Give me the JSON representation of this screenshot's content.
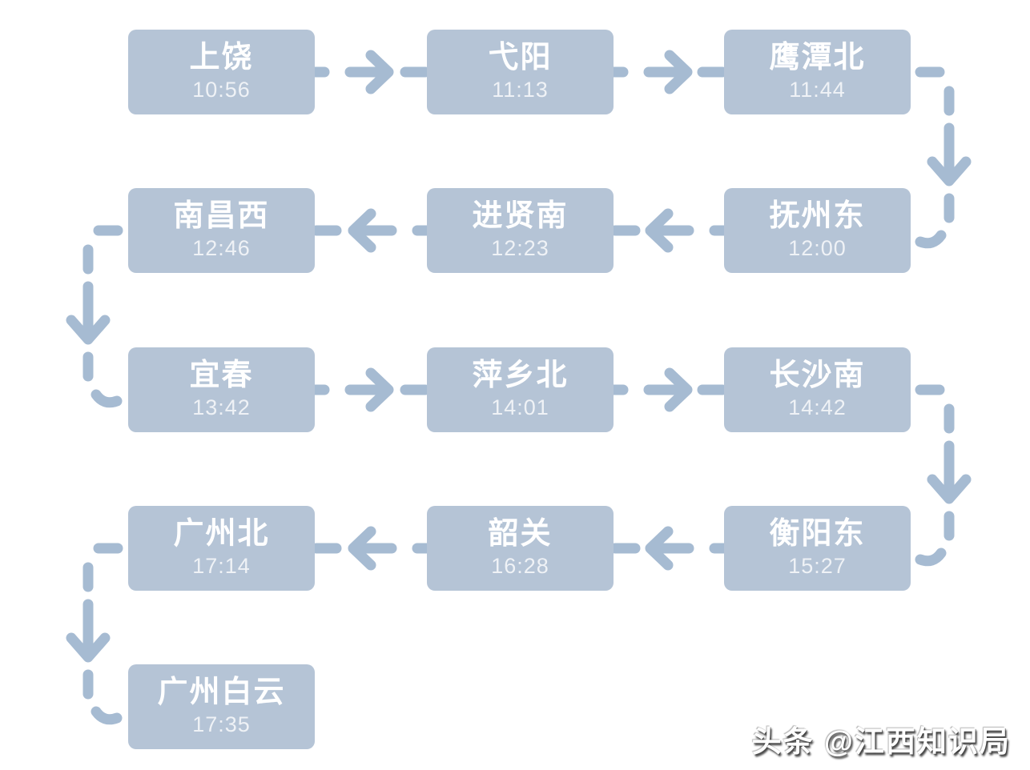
{
  "diagram": {
    "type": "train-route-flow",
    "stations": [
      {
        "name": "上饶",
        "time": "10:56"
      },
      {
        "name": "弋阳",
        "time": "11:13"
      },
      {
        "name": "鹰潭北",
        "time": "11:44"
      },
      {
        "name": "抚州东",
        "time": "12:00"
      },
      {
        "name": "进贤南",
        "time": "12:23"
      },
      {
        "name": "南昌西",
        "time": "12:46"
      },
      {
        "name": "宜春",
        "time": "13:42"
      },
      {
        "name": "萍乡北",
        "time": "14:01"
      },
      {
        "name": "长沙南",
        "time": "14:42"
      },
      {
        "name": "衡阳东",
        "time": "15:27"
      },
      {
        "name": "韶关",
        "time": "16:28"
      },
      {
        "name": "广州北",
        "time": "17:14"
      },
      {
        "name": "广州白云",
        "time": "17:35"
      }
    ],
    "colors": {
      "background": "#ffffff",
      "box": "#b5c4d6",
      "connector": "#a6bbd2",
      "station_text": "#ffffff",
      "time_text": "rgba(255,255,255,0.78)"
    },
    "watermark": {
      "text": "头条 @江西知识局"
    }
  }
}
